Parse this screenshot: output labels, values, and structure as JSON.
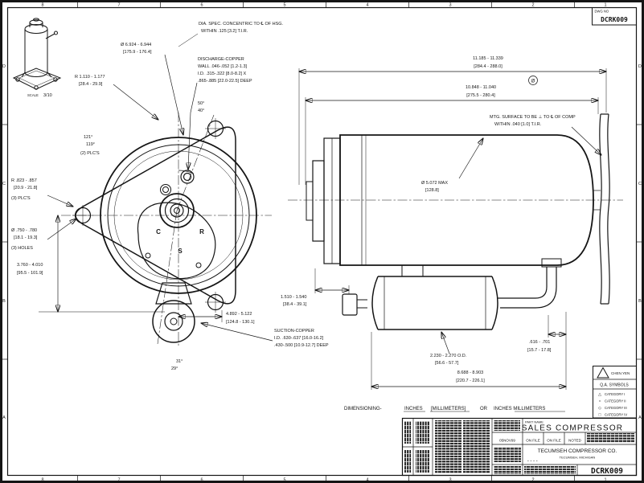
{
  "sheet": {
    "dwg_no_label": "DWG NO",
    "dwg_no": "DCRK009",
    "zone_cols": [
      "8",
      "7",
      "6",
      "5",
      "4",
      "3",
      "2",
      "1"
    ],
    "zone_rows": [
      "D",
      "C",
      "B",
      "A"
    ]
  },
  "iso": {
    "scale_label": "SCALE",
    "scale_value": "3/10"
  },
  "front": {
    "terminal_c": "C",
    "terminal_s": "S",
    "terminal_r": "R",
    "concentric_1": "DIA. SPEC. CONCENTRIC TO ℄ OF HSG.",
    "concentric_2": "WITHIN .125 [3.2] T.I.R.",
    "dia_1": "Ø 6.924 - 6.944",
    "dia_2": "[175.9 - 176.4]",
    "discharge_1": "DISCHARGE-COPPER",
    "discharge_2": "WALL .046-.052 [1.2-1.3]",
    "discharge_3": "I.D. .315-.322 [8.0-8.2] X",
    "discharge_4": ".865-.885 [22.0-22.5] DEEP",
    "radius_1": "R 1.110 - 1.177",
    "radius_2": "[28.4 - 29.9]",
    "angle_top_1": "50°",
    "angle_top_2": "40°",
    "angle_left_1": "121°",
    "angle_left_2": "119°",
    "angle_left_3": "(2) PLC'S",
    "corner_1": "R .823 - .857",
    "corner_2": "[20.9 - 21.8]",
    "corner_3": "(3) PLC'S",
    "holes_1": "Ø .750 - .780",
    "holes_2": "[18.1 - 19.3]",
    "holes_3": "(3) HOLES",
    "vdim_1": "3.760 - 4.010",
    "vdim_2": "[95.5 - 101.9]",
    "hdim_1": "4.892 - 5.122",
    "hdim_2": "[124.8 - 130.1]",
    "angle_bot_1": "31°",
    "angle_bot_2": "29°",
    "suction_1": "SUCTION-COPPER",
    "suction_2": "I.D. .630-.637 [16.0-16.2]",
    "suction_3": ".430-.500 [10.9-12.7] DEEP"
  },
  "side": {
    "len1_1": "11.185 - 11.339",
    "len1_2": "[284.4 - 288.0]",
    "len2_1": "10.848 - 11.040",
    "len2_2": "[275.5 - 280.4]",
    "dia_symbol": "Ø",
    "mtg_1": "MTG. SURFACE TO BE ⊥ TO ℄ OF COMP",
    "mtg_2": "WITHIN .040 [1.0] T.I.R.",
    "dia_max_1": "Ø 5.072 MAX",
    "dia_max_2": "[128.8]",
    "suct_1": "1.510 - 1.540",
    "suct_2": "[38.4 - 39.1]",
    "acc_od_1": "2.230 - 2.270 O.D.",
    "acc_od_2": "[56.6 - 57.7]",
    "tube_1": ".616 - .701",
    "tube_2": "[15.7 - 17.8]",
    "acc_len_1": "8.688 - 8.903",
    "acc_len_2": "[220.7 - 226.1]"
  },
  "footer": {
    "dimensioning": "DIMENSIONING-",
    "inches": "INCHES",
    "millimeters": "[MILLIMETERS]",
    "or": "OR",
    "inches_mm": "INCHES MILLIMETERS"
  },
  "qa": {
    "approver": "CHEN.YEN",
    "header": "Q.A. SYMBOLS",
    "categories": [
      {
        "symbol": "△",
        "label": "CATEGORY I"
      },
      {
        "symbol": "○",
        "label": "CATEGORY II"
      },
      {
        "symbol": "◇",
        "label": "CATEGORY III"
      },
      {
        "symbol": "□",
        "label": "CATEGORY IV"
      }
    ]
  },
  "title_block": {
    "part_name_label": "PART NAME",
    "title": "SALES COMPRESSOR",
    "date": "05NOV99",
    "file_1": "ON FILE",
    "file_2": "ON FILE",
    "tol": "NOTED",
    "company": "TECUMSEH COMPRESSOR CO.",
    "company_location": "TECUMSEH, MICHIGAN",
    "dash": "----",
    "dwg_no": "DCRK009"
  }
}
